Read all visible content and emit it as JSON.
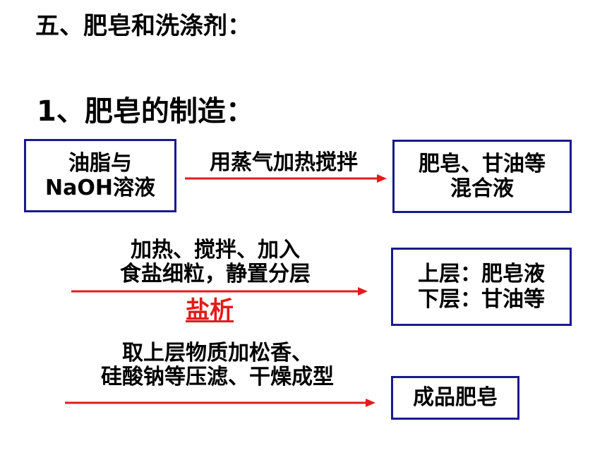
{
  "slide": {
    "section_title": "五、肥皂和洗涤剂：",
    "subtitle": "1、肥皂的制造："
  },
  "boxes": {
    "ingredients": [
      "油脂与",
      "NaOH溶液"
    ],
    "mixture": [
      "肥皂、甘油等",
      "混合液"
    ],
    "layers": [
      "上层：肥皂液",
      "下层：甘油等"
    ],
    "product": [
      "成品肥皂"
    ]
  },
  "steps": {
    "step1": [
      "用蒸气加热搅拌"
    ],
    "step2": [
      "加热、搅拌、加入",
      "食盐细粒，静置分层"
    ],
    "step3": [
      "取上层物质加松香、",
      "硅酸钠等压滤、干燥成型"
    ],
    "salting_term": "盐析"
  },
  "colors": {
    "arrow": "#e31b1b",
    "box_border": "#1a1a8c",
    "highlight": "#e31b1b"
  }
}
